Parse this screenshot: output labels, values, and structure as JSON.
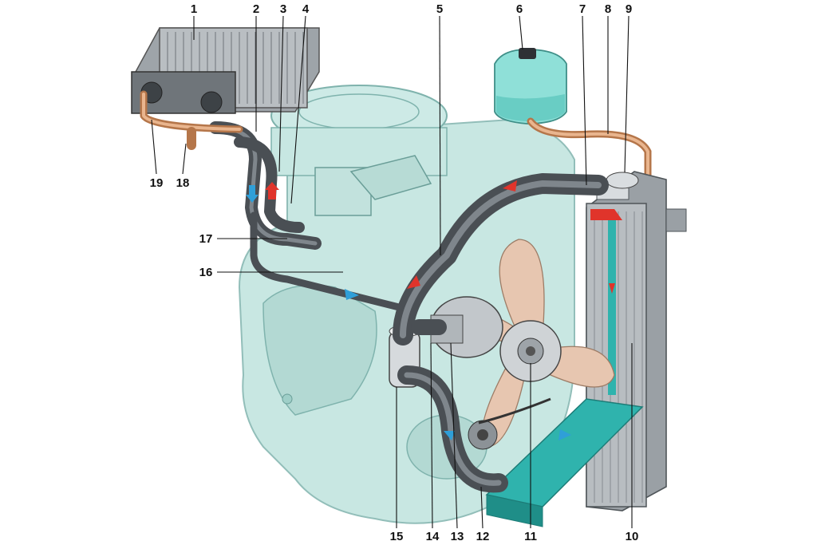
{
  "callouts": [
    "1",
    "2",
    "3",
    "4",
    "5",
    "6",
    "7",
    "8",
    "9",
    "10",
    "11",
    "12",
    "13",
    "14",
    "15",
    "16",
    "17",
    "18",
    "19"
  ],
  "colors": {
    "engine": "#bfe3de",
    "engine_edge": "#7fb3ad",
    "hose": "#5c6166",
    "hose_highlight": "#8d9398",
    "copper": "#d99a6c",
    "radiator_core": "#a9aeb3",
    "radiator_tank": "#2fb3ad",
    "flow_hot": "#e0342b",
    "flow_cold": "#2f9fd8",
    "fan": "#e7c6b0",
    "reservoir": "#8fe0d8"
  },
  "icons": [
    "heater-core-icon",
    "reservoir-icon",
    "radiator-icon",
    "fan-icon",
    "water-pump-icon",
    "thermostat-icon",
    "hose-icon",
    "flow-arrow-icon"
  ]
}
